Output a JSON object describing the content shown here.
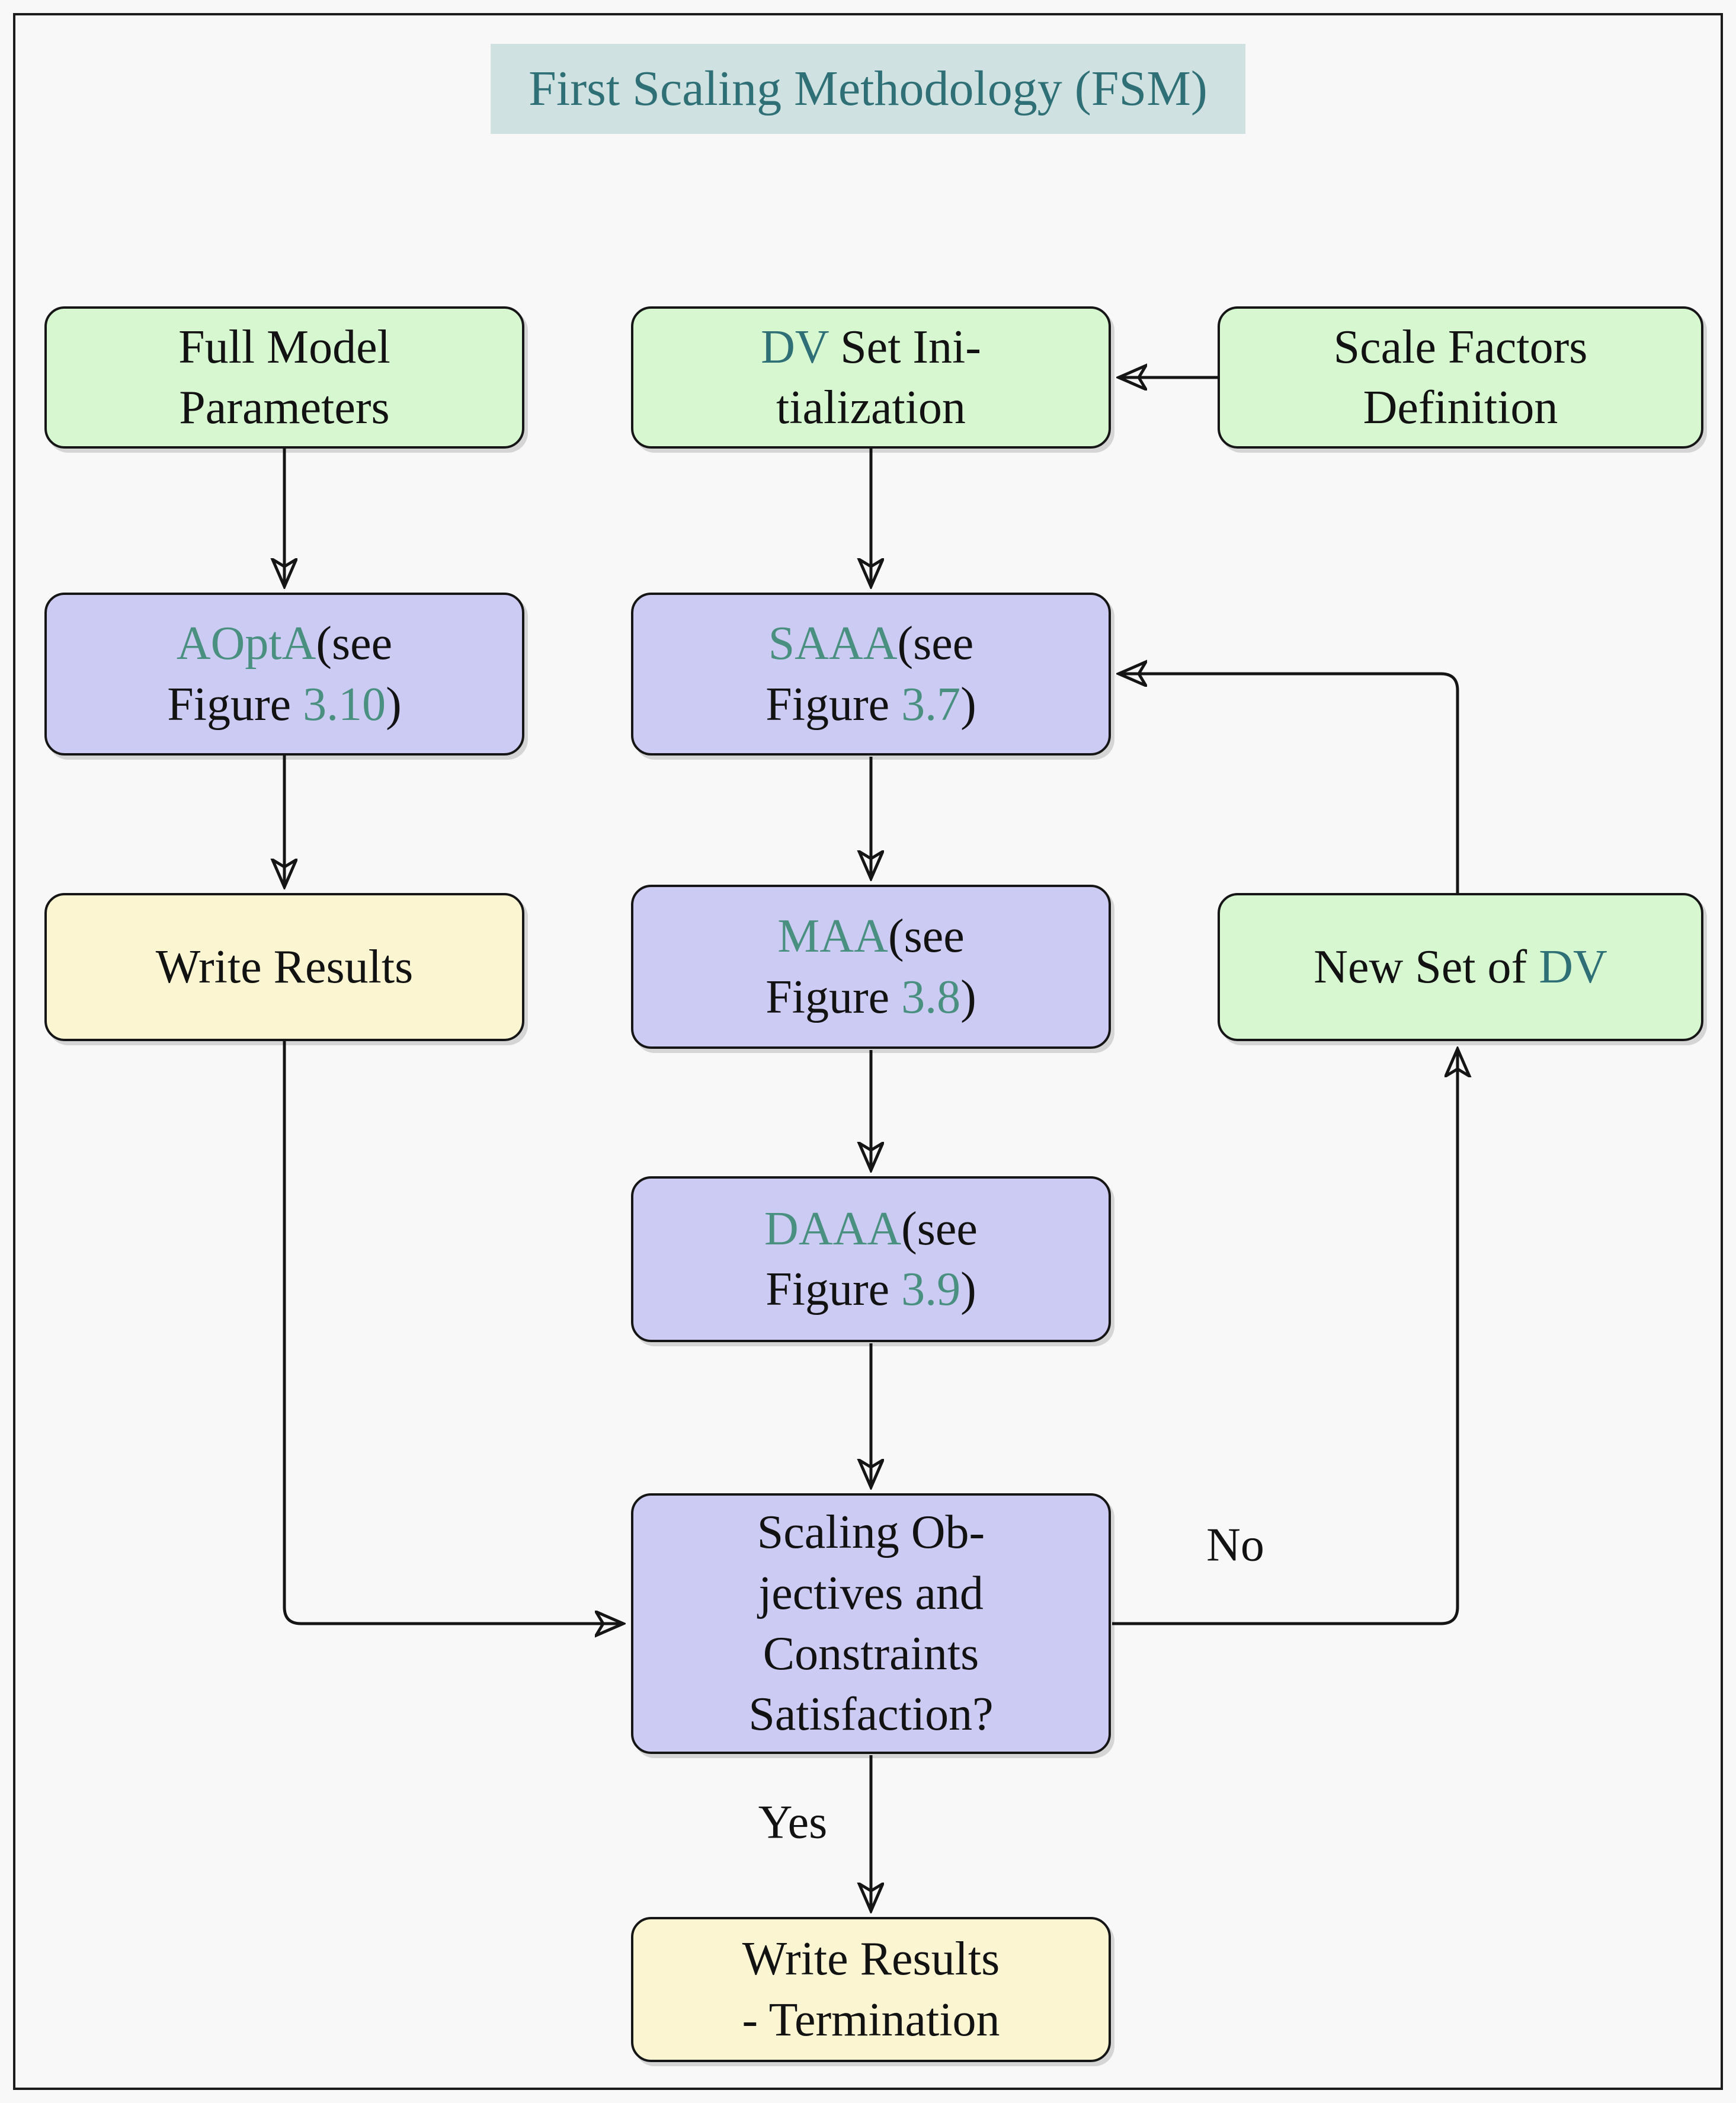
{
  "title": {
    "text": "First Scaling Methodology (FSM)"
  },
  "labels": {
    "no": "No",
    "yes": "Yes"
  },
  "colors": {
    "page_background": "#f8f8f8",
    "frame_border": "#1b1b1b",
    "title_background": "#cfe1e0",
    "title_text": "#2f7077",
    "node_green": "#d6f7d0",
    "node_purple": "#cccbf3",
    "node_yellow": "#fbf5d1",
    "node_border": "#161616",
    "accent_teal": "#4a9080",
    "accent_teal_dark": "#2f7077",
    "text_ink": "#121212",
    "arrow": "#151515"
  },
  "nodes": {
    "full_model": {
      "fill": "green",
      "lines": [
        [
          {
            "text": "Full Model"
          }
        ],
        [
          {
            "text": "Parameters"
          }
        ]
      ]
    },
    "dv_init": {
      "fill": "green",
      "lines": [
        [
          {
            "text": "DV",
            "color": "teal-dark"
          },
          {
            "text": " Set Ini-"
          }
        ],
        [
          {
            "text": "tialization"
          }
        ]
      ]
    },
    "scale_factors": {
      "fill": "green",
      "lines": [
        [
          {
            "text": "Scale Factors"
          }
        ],
        [
          {
            "text": "Definition"
          }
        ]
      ]
    },
    "aopta": {
      "fill": "purple",
      "lines": [
        [
          {
            "text": "AOptA",
            "color": "teal"
          },
          {
            "text": "(see"
          }
        ],
        [
          {
            "text": "Figure "
          },
          {
            "text": "3.10",
            "color": "teal"
          },
          {
            "text": ")"
          }
        ]
      ]
    },
    "saaa": {
      "fill": "purple",
      "lines": [
        [
          {
            "text": "SAAA",
            "color": "teal"
          },
          {
            "text": "(see"
          }
        ],
        [
          {
            "text": "Figure "
          },
          {
            "text": "3.7",
            "color": "teal"
          },
          {
            "text": ")"
          }
        ]
      ]
    },
    "write_results": {
      "fill": "yellow",
      "lines": [
        [
          {
            "text": "Write Results"
          }
        ]
      ]
    },
    "maa": {
      "fill": "purple",
      "lines": [
        [
          {
            "text": "MAA",
            "color": "teal"
          },
          {
            "text": "(see"
          }
        ],
        [
          {
            "text": "Figure "
          },
          {
            "text": "3.8",
            "color": "teal"
          },
          {
            "text": ")"
          }
        ]
      ]
    },
    "new_dv": {
      "fill": "green",
      "lines": [
        [
          {
            "text": "New Set of "
          },
          {
            "text": "DV",
            "color": "teal-dark"
          }
        ]
      ]
    },
    "daaa": {
      "fill": "purple",
      "lines": [
        [
          {
            "text": "DAAA",
            "color": "teal"
          },
          {
            "text": "(see"
          }
        ],
        [
          {
            "text": "Figure "
          },
          {
            "text": "3.9",
            "color": "teal"
          },
          {
            "text": ")"
          }
        ]
      ]
    },
    "decision": {
      "fill": "purple",
      "lines": [
        [
          {
            "text": "Scaling Ob-"
          }
        ],
        [
          {
            "text": "jectives and"
          }
        ],
        [
          {
            "text": "Constraints"
          }
        ],
        [
          {
            "text": "Satisfaction?"
          }
        ]
      ]
    },
    "termination": {
      "fill": "yellow",
      "lines": [
        [
          {
            "text": "Write Results"
          }
        ],
        [
          {
            "text": "- Termination"
          }
        ]
      ]
    }
  }
}
